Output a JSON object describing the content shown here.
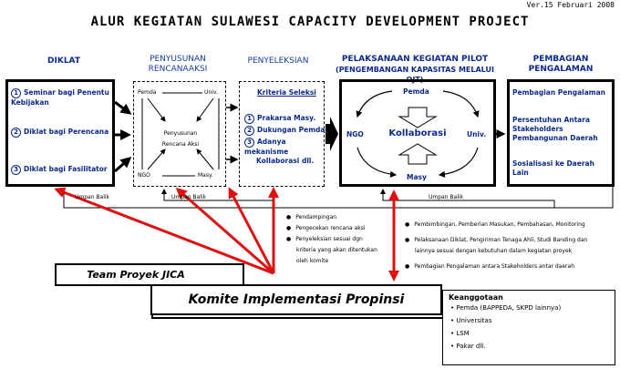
{
  "version": "Ver.15 Februari 2008",
  "title": "ALUR KEGIATAN SULAWESI CAPACITY DEVELOPMENT PROJECT",
  "columns": {
    "diklat": {
      "header": "DIKLAT",
      "items": [
        {
          "num": "1",
          "line1": "Seminar bagi Penentu",
          "line2": "Kebijakan"
        },
        {
          "num": "2",
          "line1": "Diklat bagi Perencana",
          "line2": ""
        },
        {
          "num": "3",
          "line1": "Diklat bagi Fasilitator",
          "line2": ""
        }
      ]
    },
    "penyusunan": {
      "header_line1": "PENYUSUNAN",
      "header_line2": "RENCANAAKSI",
      "pemda": "Pemda",
      "univ": "Univ.",
      "ngo": "NGO",
      "masy": "Masy.",
      "center_line1": "Penyusunan",
      "center_line2": "Rencana Aksi"
    },
    "penyeleksian": {
      "header": "PENYELEKSIAN",
      "criteria_title": "Kriteria Seleksi",
      "items": [
        {
          "num": "1",
          "line1": "Prakarsa Masy.",
          "line2": ""
        },
        {
          "num": "2",
          "line1": "Dukungan Pemda",
          "line2": ""
        },
        {
          "num": "3",
          "line1": "Adanya mekanisme",
          "line2": "Kollaborasi dll."
        }
      ]
    },
    "pelaksanaan": {
      "header_line1": "PELAKSANAAN KEGIATAN PILOT",
      "header_line2": "(PENGEMBANGAN KAPASITAS MELALUI OJT)",
      "pemda": "Pemda",
      "ngo": "NGO",
      "univ": "Univ.",
      "masy": "Masy",
      "center": "Kollaborasi"
    },
    "pembagian": {
      "header_line1": "PEMBAGIAN",
      "header_line2": "PENGALAMAN",
      "items": [
        {
          "line1": "Pembagian Pengalaman",
          "line2": ""
        },
        {
          "line1": "Persentuhan Antara",
          "line2": "Stakeholders Pembangunan Daerah"
        },
        {
          "line1": "Sosialisasi ke Daerah Lain",
          "line2": ""
        }
      ]
    }
  },
  "feedback": [
    "Umpan Balik",
    "Umpan Balik",
    "Umpan Balik"
  ],
  "middle_notes": [
    "Pendampingan",
    "Pengecekan rencana aksi",
    "Penyeleksian sesuai dgn",
    "kriteria yang akan ditentukan",
    "oleh komite"
  ],
  "right_notes": [
    "Pembimbingan, Pemberian Masukan, Pembahasan, Monitoring",
    "Pelaksanaan Diklat, Pengiriman Tenaga Ahli, Studi Banding dan",
    "lainnya sesuai dengan kebutuhan dalam kegiatan proyek",
    "Pembagian Pengalaman antara Stakeholders antar daerah"
  ],
  "team_label": "Team Proyek JICA",
  "komite_label": "Komite Implementasi Propinsi",
  "keanggotaan": {
    "title": "Keanggotaan",
    "items": [
      "Pemda (BAPPEDA, SKPD lainnya)",
      "Universitas",
      "LSM",
      "Pakar dll."
    ]
  },
  "colors": {
    "blue_text": "#0b2a8a",
    "red_arrow": "#e01010"
  }
}
